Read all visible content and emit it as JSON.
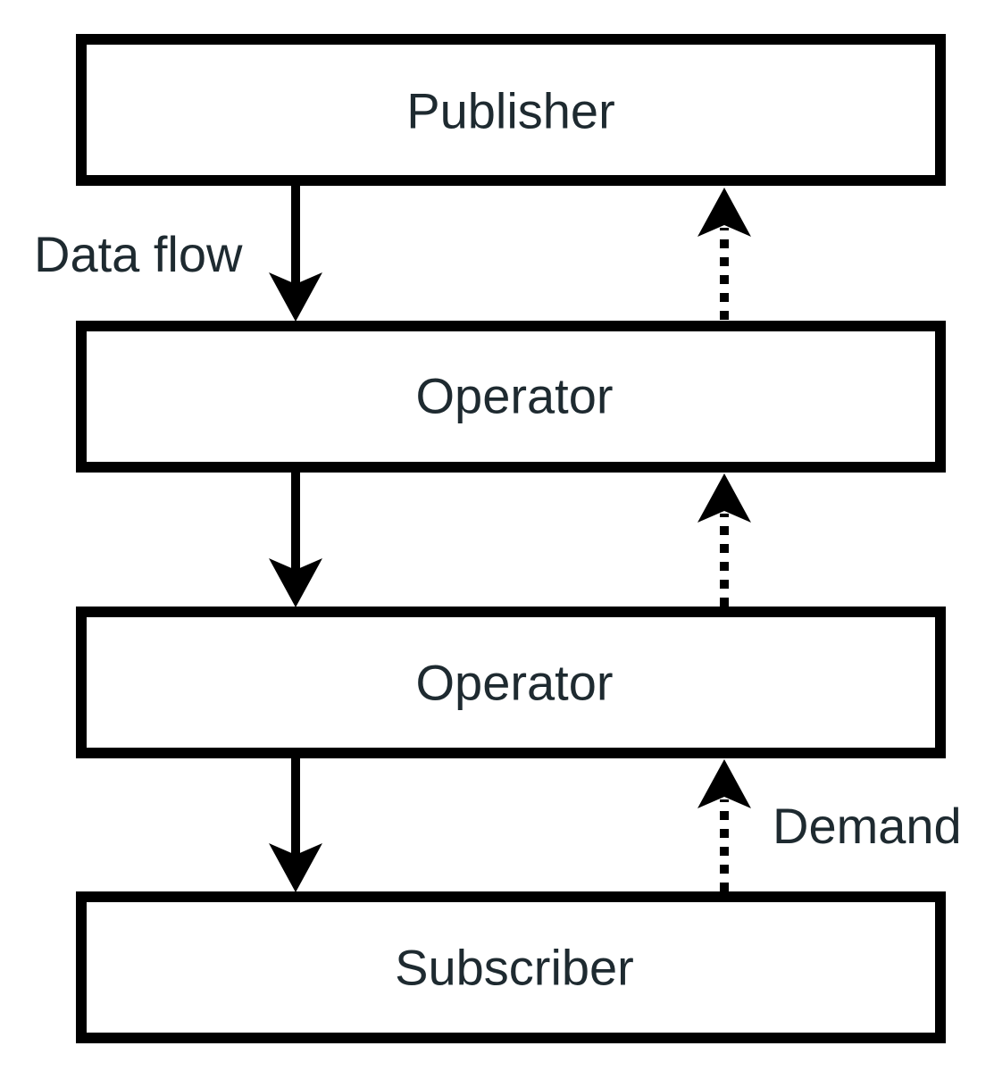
{
  "diagram": {
    "nodes": [
      {
        "id": "publisher",
        "label": "Publisher"
      },
      {
        "id": "operator-1",
        "label": "Operator"
      },
      {
        "id": "operator-2",
        "label": "Operator"
      },
      {
        "id": "subscriber",
        "label": "Subscriber"
      }
    ],
    "edges": [
      {
        "from": "publisher",
        "to": "operator-1",
        "style": "solid"
      },
      {
        "from": "operator-1",
        "to": "operator-2",
        "style": "solid"
      },
      {
        "from": "operator-2",
        "to": "subscriber",
        "style": "solid"
      },
      {
        "from": "operator-1",
        "to": "publisher",
        "style": "dotted"
      },
      {
        "from": "operator-2",
        "to": "operator-1",
        "style": "dotted"
      },
      {
        "from": "subscriber",
        "to": "operator-2",
        "style": "dotted"
      }
    ],
    "labels": {
      "data_flow": "Data flow",
      "demand": "Demand"
    }
  },
  "colors": {
    "stroke": "#000000",
    "text": "#1e2a30",
    "background": "#ffffff"
  }
}
